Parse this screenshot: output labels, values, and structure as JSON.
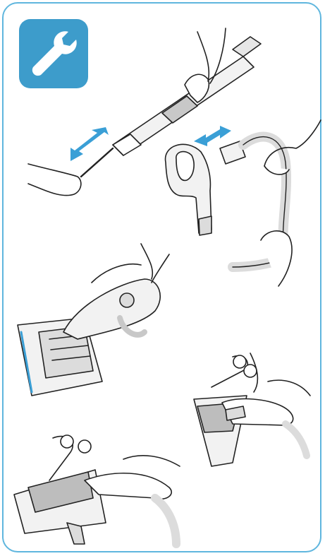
{
  "colors": {
    "frame": "#5fb6de",
    "badge": "#3d9ccb",
    "arrow": "#3a9fd6",
    "line": "#222222",
    "fill_light": "#f2f2f2",
    "fill_mid": "#dcdcdc",
    "fill_dark": "#9a9a9a"
  },
  "icons": {
    "badge": "wrench-icon"
  },
  "illustrations": [
    "telescopic-tube-cleaning-rod",
    "hose-handle-detach",
    "floor-brush-with-handle",
    "cutting-hair-from-brush-roll-right",
    "cutting-hair-from-brush-roll-left"
  ]
}
